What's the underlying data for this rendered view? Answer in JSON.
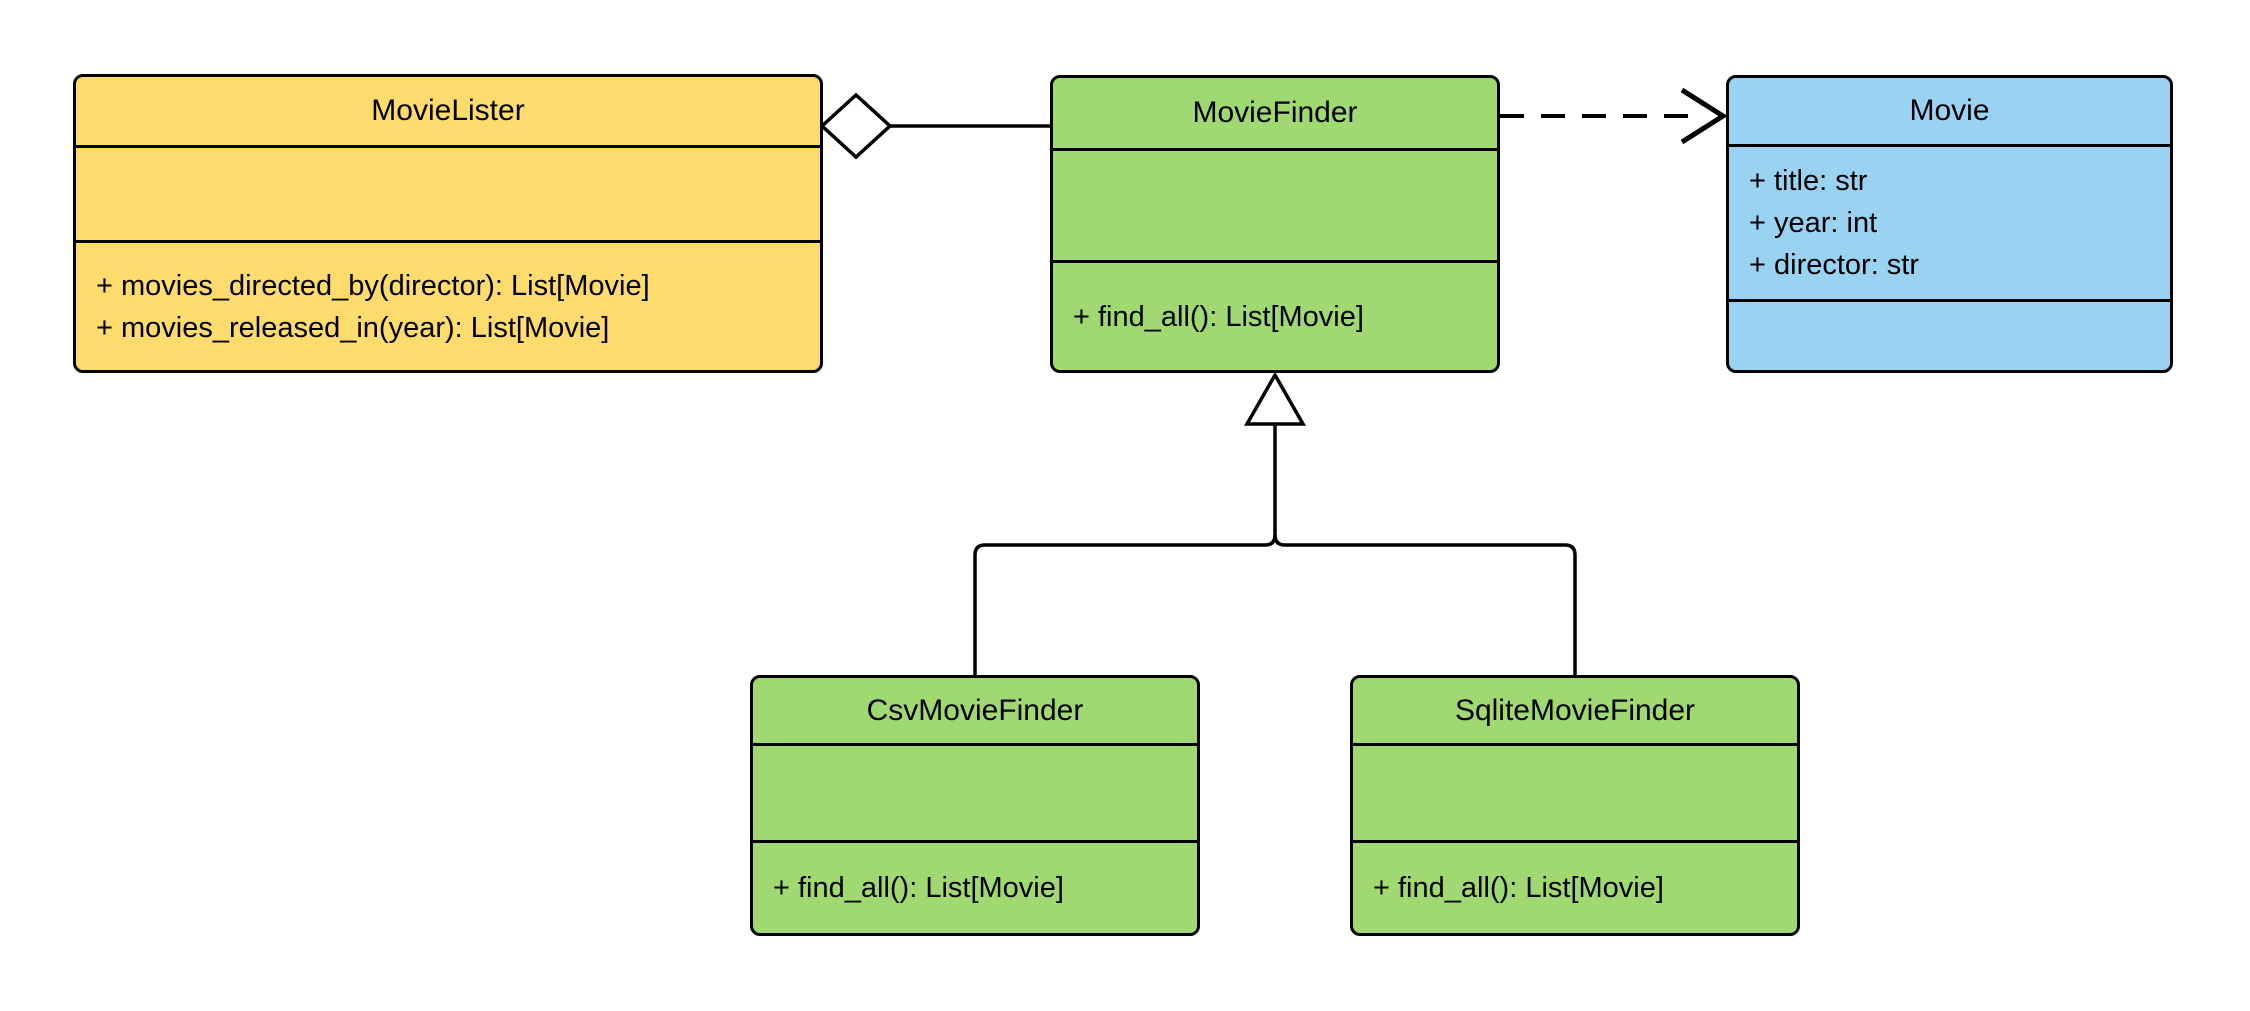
{
  "diagram": {
    "kind": "uml-class-diagram",
    "background_color": "#FFFFFF",
    "stroke_color": "#000000",
    "classes": [
      {
        "name": "MovieLister",
        "fill_color": "#FDDB6D",
        "attributes": [],
        "methods": [
          "+ movies_directed_by(director): List[Movie]",
          "+ movies_released_in(year): List[Movie]"
        ]
      },
      {
        "name": "MovieFinder",
        "fill_color": "#A0D872",
        "attributes": [],
        "methods": [
          "+ find_all(): List[Movie]"
        ]
      },
      {
        "name": "Movie",
        "fill_color": "#9AD2F2",
        "attributes": [
          "+ title: str",
          "+ year: int",
          "+ director: str"
        ],
        "methods": []
      },
      {
        "name": "CsvMovieFinder",
        "fill_color": "#A0D872",
        "attributes": [],
        "methods": [
          "+ find_all(): List[Movie]"
        ]
      },
      {
        "name": "SqliteMovieFinder",
        "fill_color": "#A0D872",
        "attributes": [],
        "methods": [
          "+ find_all(): List[Movie]"
        ]
      }
    ],
    "relationships": [
      {
        "type": "aggregation",
        "from": "MovieLister",
        "to": "MovieFinder",
        "line": "solid",
        "marker": "hollow-diamond-at-source"
      },
      {
        "type": "dependency",
        "from": "MovieFinder",
        "to": "Movie",
        "line": "dashed",
        "marker": "open-arrow-at-target"
      },
      {
        "type": "inheritance",
        "from": "CsvMovieFinder",
        "to": "MovieFinder",
        "line": "solid",
        "marker": "hollow-triangle-at-target"
      },
      {
        "type": "inheritance",
        "from": "SqliteMovieFinder",
        "to": "MovieFinder",
        "line": "solid",
        "marker": "hollow-triangle-at-target"
      }
    ]
  }
}
